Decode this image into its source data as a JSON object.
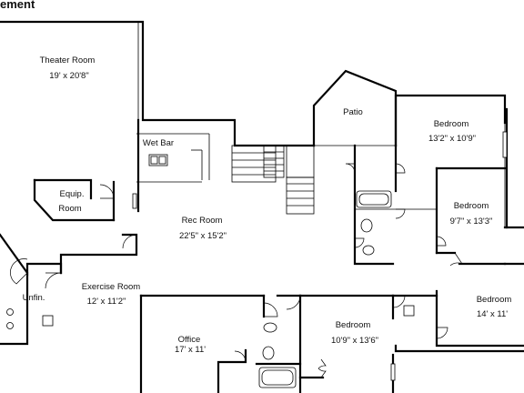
{
  "heading": "ement",
  "rooms": {
    "theater": {
      "name": "Theater Room",
      "size": "19' x 20'8\""
    },
    "wetbar": {
      "name": "Wet Bar"
    },
    "patio": {
      "name": "Patio"
    },
    "bedroom1": {
      "name": "Bedroom",
      "size": "13'2\" x 10'9\""
    },
    "bedroom2": {
      "name": "Bedroom",
      "size": "9'7\" x 13'3\""
    },
    "equip": {
      "name": "Equip.",
      "name2": "Room"
    },
    "rec": {
      "name": "Rec Room",
      "size": "22'5\" x 15'2\""
    },
    "exercise": {
      "name": "Exercise Room",
      "size": "12' x 11'2\""
    },
    "unfin": {
      "name": "Unfin."
    },
    "bedroom3": {
      "name": "Bedroom",
      "size": "14' x 11'"
    },
    "office": {
      "name": "Office",
      "size": "17' x 11'"
    },
    "bedroom4": {
      "name": "Bedroom",
      "size": "10'9\" x 13'6\""
    }
  }
}
